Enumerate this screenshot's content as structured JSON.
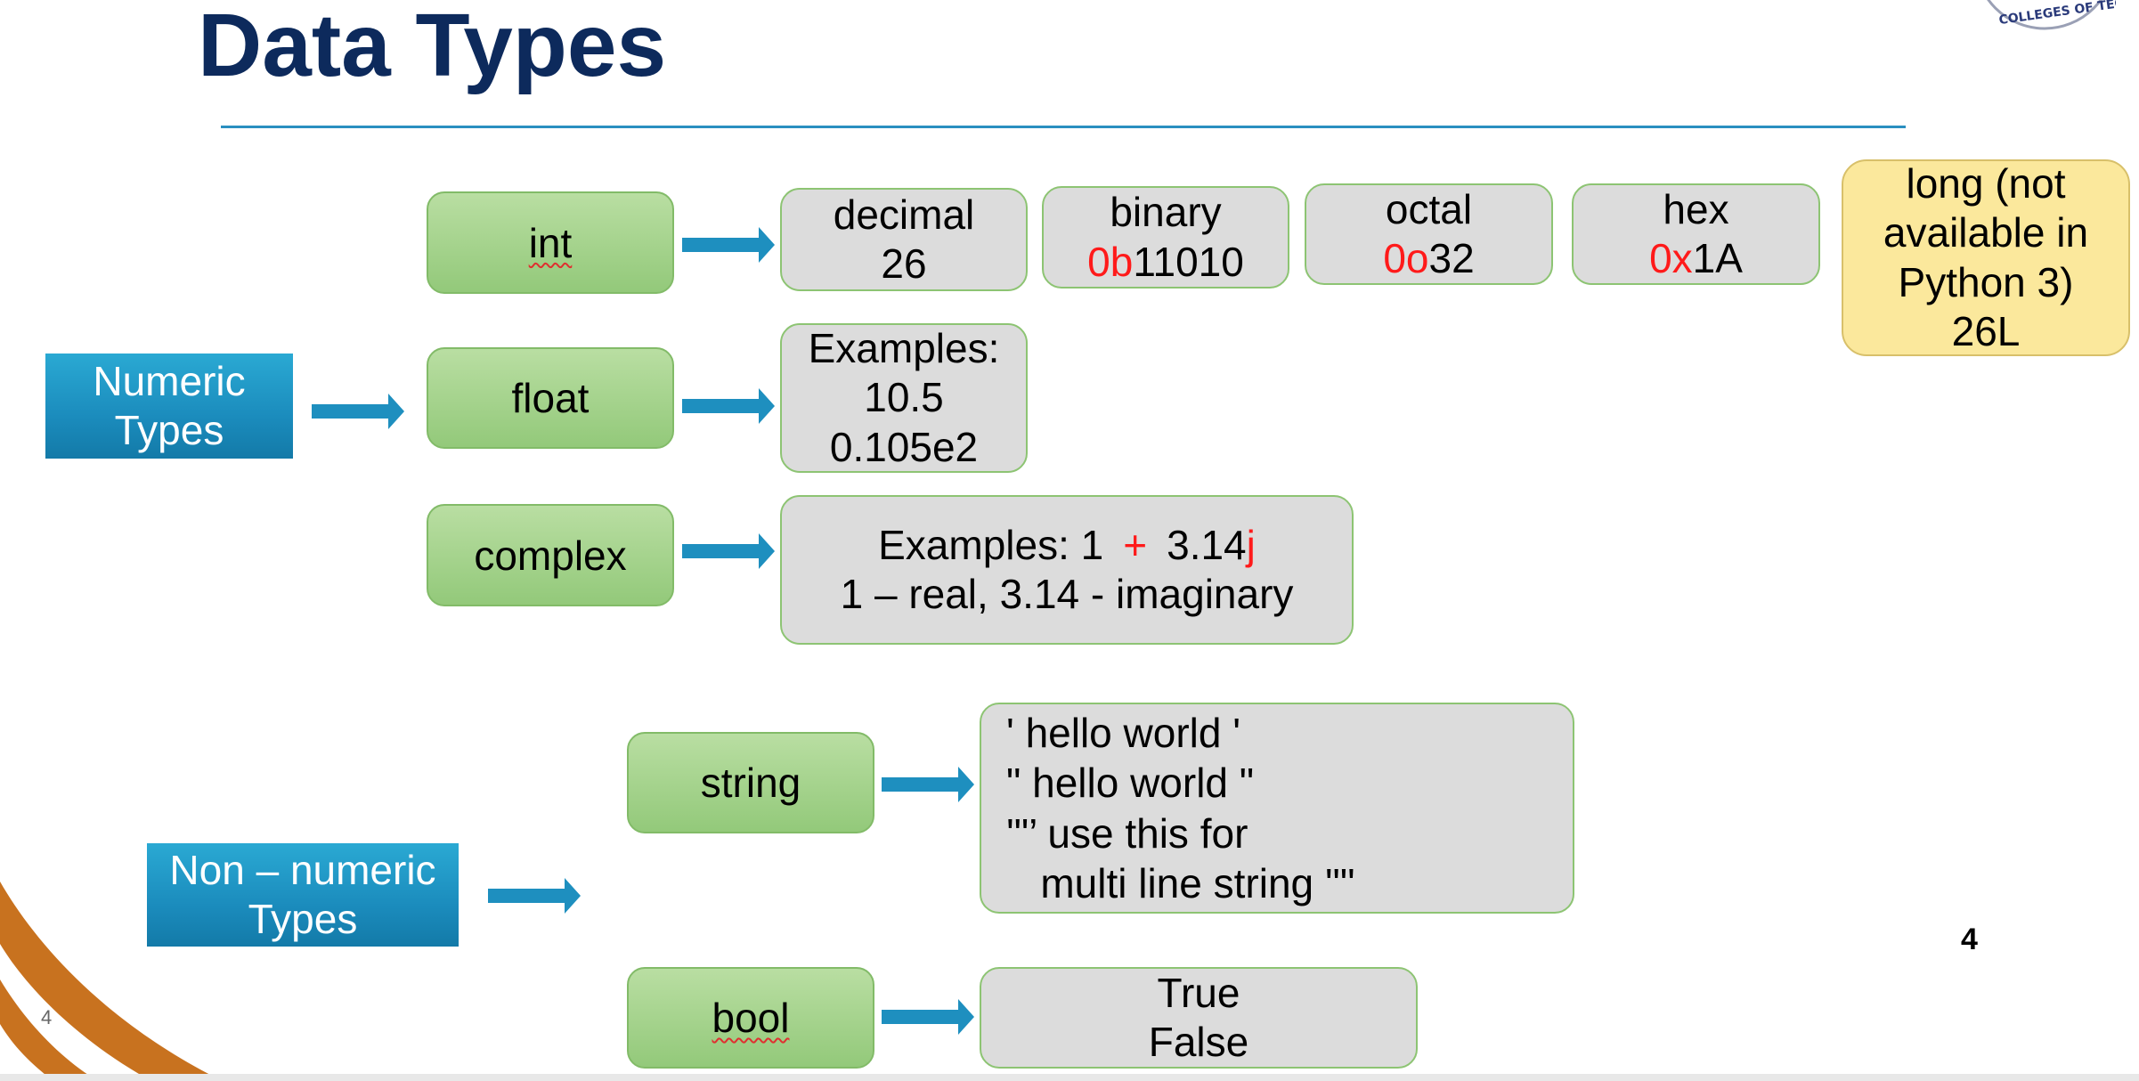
{
  "slide": {
    "title": "Data Types",
    "page_number": "4",
    "page_number_small": "4",
    "logo_text": "COLLEGES OF TECH"
  },
  "numeric": {
    "label_line1": "Numeric",
    "label_line2": "Types",
    "int": {
      "label": "int",
      "decimal": {
        "name": "decimal",
        "value": "26"
      },
      "binary": {
        "name": "binary",
        "prefix": "0b",
        "value": "11010"
      },
      "octal": {
        "name": "octal",
        "prefix": "0o",
        "value": "32"
      },
      "hex": {
        "name": "hex",
        "prefix": "0x",
        "value": "1A"
      },
      "long": {
        "line1": "long (not",
        "line2": "available in",
        "line3": "Python 3)",
        "line4": "26L"
      }
    },
    "float": {
      "label": "float",
      "line1": "Examples:",
      "line2": "10.5",
      "line3": "0.105e2"
    },
    "complex": {
      "label": "complex",
      "examples_label": "Examples: 1",
      "plus": "+",
      "imag_value": "3.14",
      "imag_unit": "j",
      "line2": "1 – real, 3.14 - imaginary"
    }
  },
  "non_numeric": {
    "label_line1": "Non – numeric",
    "label_line2": "Types",
    "string": {
      "label": "string",
      "line1": "' hello world '",
      "line2": "\" hello world \"",
      "line3": "'\"’ use this for",
      "line4": "   multi line string '\"'"
    },
    "bool": {
      "label": "bool",
      "line1": "True",
      "line2": "False"
    }
  },
  "colors": {
    "title": "#0d2a5c",
    "rule": "#2a8fc0",
    "blue_box": "#1b8cbd",
    "green_box": "#a6d38d",
    "grey_box": "#dcdcdc",
    "yellow_box": "#fbe89c",
    "highlight_red": "#ff1a1a",
    "arrow": "#1e8fbf",
    "corner_orange": "#c8721f"
  }
}
